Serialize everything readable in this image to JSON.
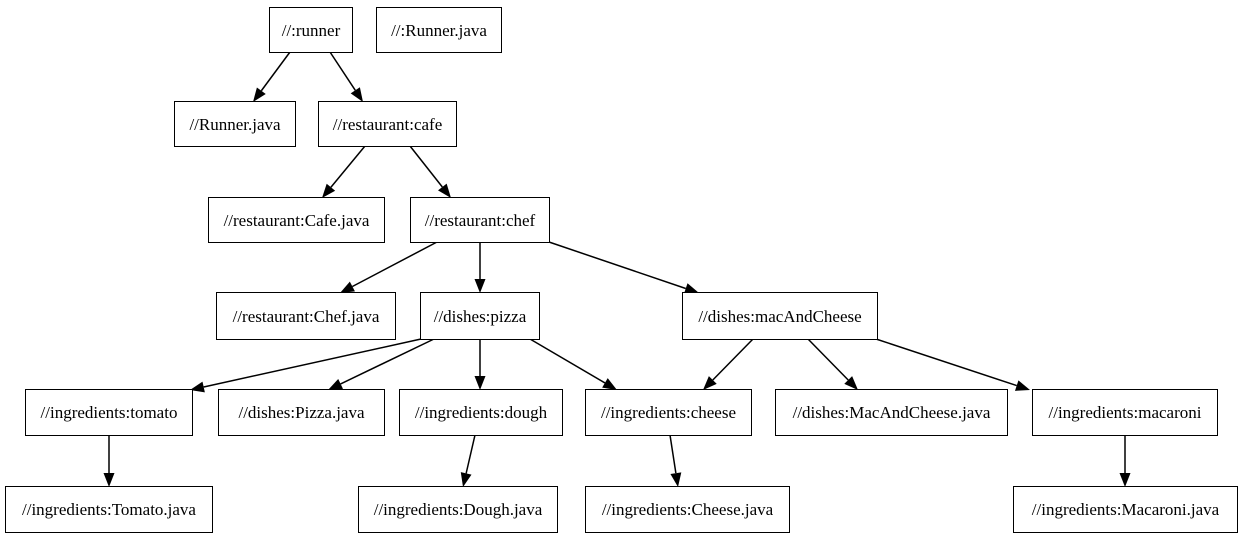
{
  "diagram": {
    "kind": "dependency-graph",
    "colors": {
      "background": "#ffffff",
      "node_fill": "#ffffff",
      "node_border": "#000000",
      "edge": "#000000",
      "text": "#000000"
    }
  },
  "graph": {
    "nodes": [
      {
        "id": "runner",
        "label": "//:runner"
      },
      {
        "id": "runner_java_root",
        "label": "//:Runner.java"
      },
      {
        "id": "runner_java",
        "label": "//Runner.java"
      },
      {
        "id": "cafe",
        "label": "//restaurant:cafe"
      },
      {
        "id": "cafe_java",
        "label": "//restaurant:Cafe.java"
      },
      {
        "id": "chef",
        "label": "//restaurant:chef"
      },
      {
        "id": "chef_java",
        "label": "//restaurant:Chef.java"
      },
      {
        "id": "pizza",
        "label": "//dishes:pizza"
      },
      {
        "id": "mac_and_cheese",
        "label": "//dishes:macAndCheese"
      },
      {
        "id": "tomato",
        "label": "//ingredients:tomato"
      },
      {
        "id": "pizza_java",
        "label": "//dishes:Pizza.java"
      },
      {
        "id": "dough",
        "label": "//ingredients:dough"
      },
      {
        "id": "cheese",
        "label": "//ingredients:cheese"
      },
      {
        "id": "mac_and_cheese_java",
        "label": "//dishes:MacAndCheese.java"
      },
      {
        "id": "macaroni",
        "label": "//ingredients:macaroni"
      },
      {
        "id": "tomato_java",
        "label": "//ingredients:Tomato.java"
      },
      {
        "id": "dough_java",
        "label": "//ingredients:Dough.java"
      },
      {
        "id": "cheese_java",
        "label": "//ingredients:Cheese.java"
      },
      {
        "id": "macaroni_java",
        "label": "//ingredients:Macaroni.java"
      }
    ],
    "edges": [
      {
        "from": "runner",
        "to": "runner_java"
      },
      {
        "from": "runner",
        "to": "cafe"
      },
      {
        "from": "cafe",
        "to": "cafe_java"
      },
      {
        "from": "cafe",
        "to": "chef"
      },
      {
        "from": "chef",
        "to": "chef_java"
      },
      {
        "from": "chef",
        "to": "pizza"
      },
      {
        "from": "chef",
        "to": "mac_and_cheese"
      },
      {
        "from": "pizza",
        "to": "tomato"
      },
      {
        "from": "pizza",
        "to": "pizza_java"
      },
      {
        "from": "pizza",
        "to": "dough"
      },
      {
        "from": "pizza",
        "to": "cheese"
      },
      {
        "from": "mac_and_cheese",
        "to": "cheese"
      },
      {
        "from": "mac_and_cheese",
        "to": "mac_and_cheese_java"
      },
      {
        "from": "mac_and_cheese",
        "to": "macaroni"
      },
      {
        "from": "tomato",
        "to": "tomato_java"
      },
      {
        "from": "dough",
        "to": "dough_java"
      },
      {
        "from": "cheese",
        "to": "cheese_java"
      },
      {
        "from": "macaroni",
        "to": "macaroni_java"
      }
    ]
  }
}
